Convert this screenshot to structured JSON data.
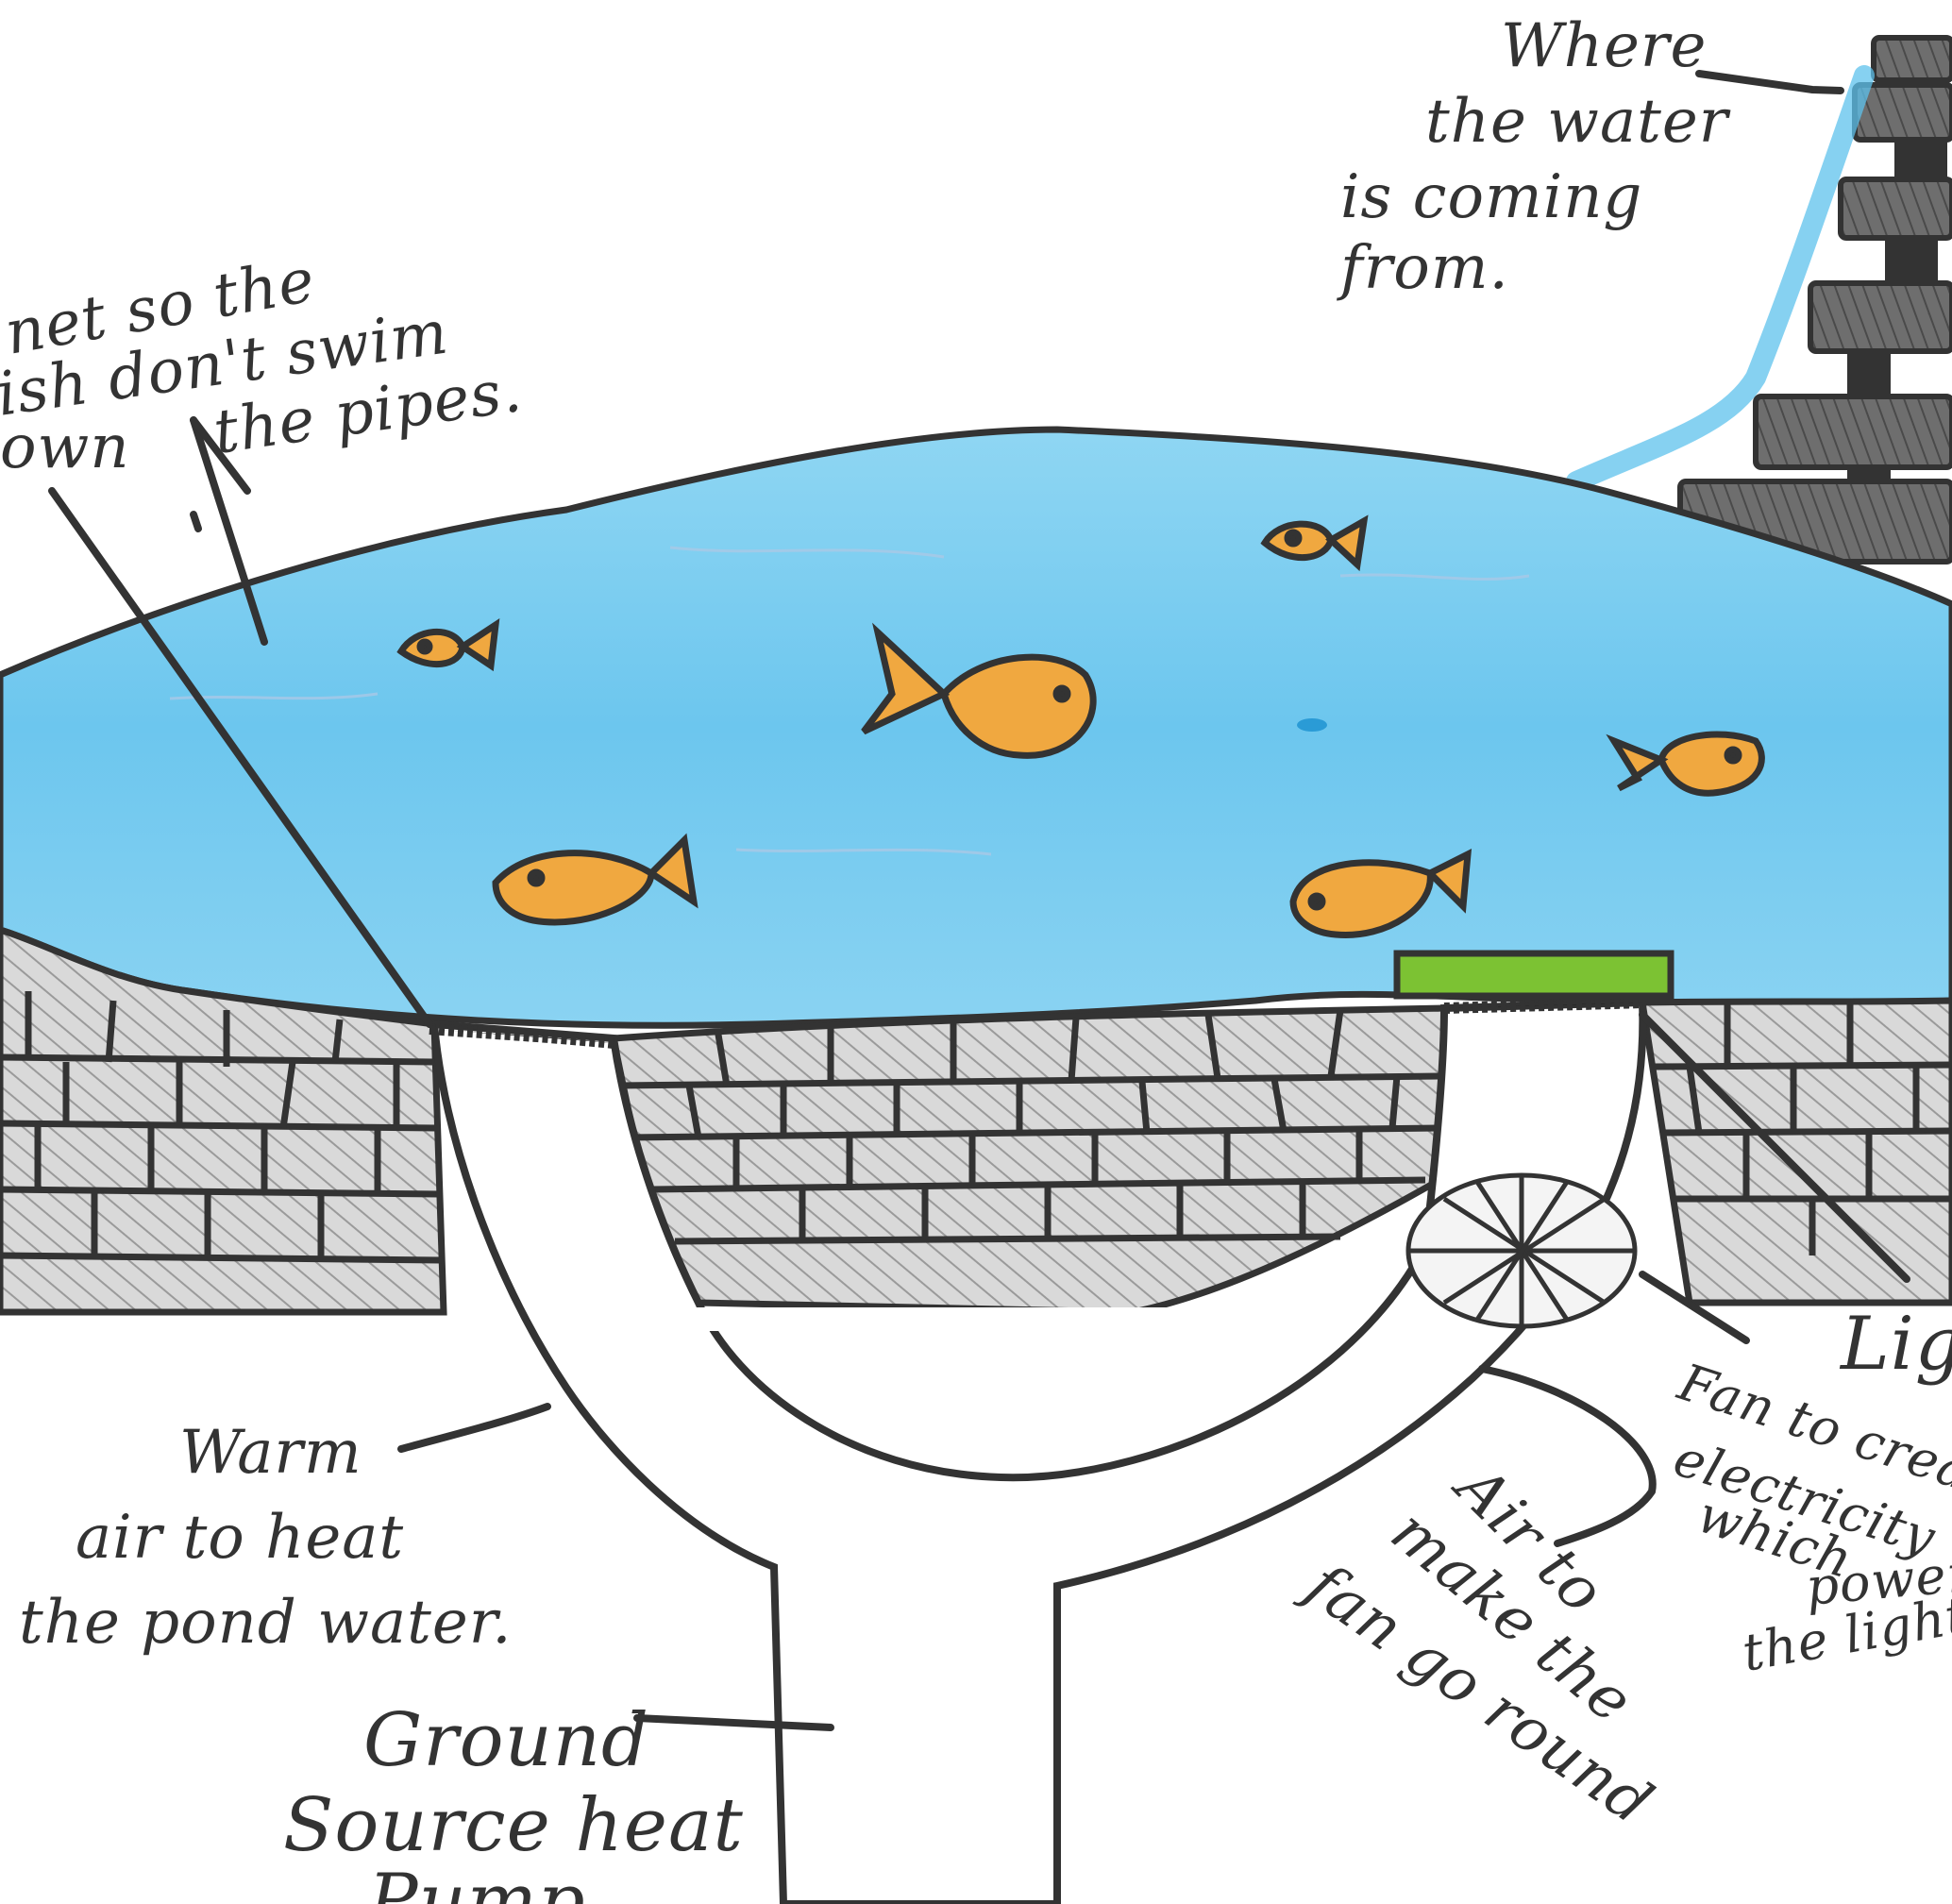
{
  "colors": {
    "ink": "#333333",
    "water": "#5ec1ec",
    "water_light": "#9fdcf5",
    "fish": "#f0a840",
    "brick": "#c8c8c8",
    "wall_dark": "#555555",
    "light_block": "#7cc233"
  },
  "labels": {
    "water_source": [
      "Where",
      "the water",
      "is coming",
      "from."
    ],
    "net": [
      "net so the",
      "ish don't swim",
      "own",
      "the pipes."
    ],
    "warm_air": [
      "Warm",
      "air to heat",
      "the pond water."
    ],
    "ground_source": [
      "Ground",
      "Source heat",
      "Pump"
    ],
    "air_fan": [
      "Air to",
      "make the",
      "fan go round"
    ],
    "fan": [
      "Fan to create",
      "electricity",
      "which",
      "powers",
      "the light"
    ],
    "light": "Ligh"
  },
  "icons": [
    "fish-icon",
    "fan-icon",
    "light-block",
    "brick-wall",
    "stone-stairs"
  ]
}
